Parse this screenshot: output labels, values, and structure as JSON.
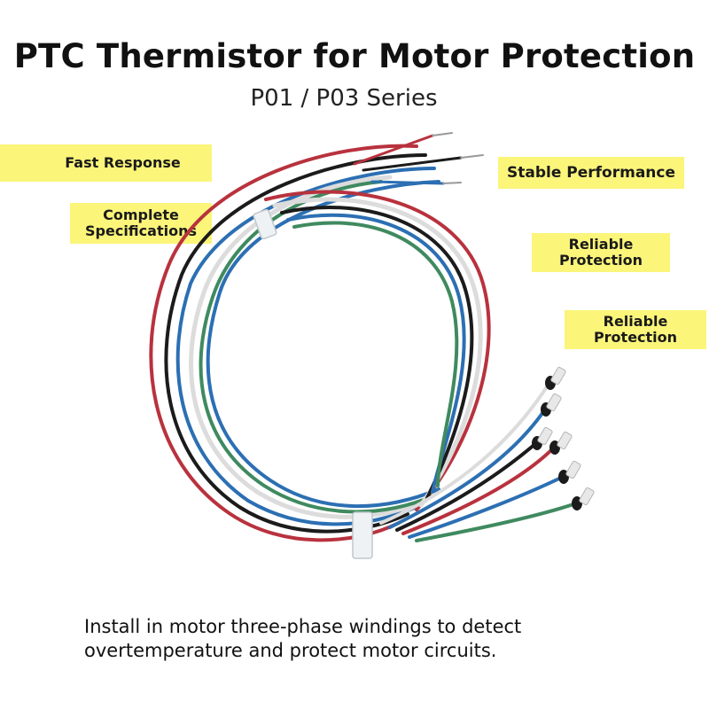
{
  "title": "PTC Thermistor for Motor Protection",
  "subtitle": "P01 / P03 Series",
  "tags": {
    "fast_response": "Fast Response",
    "complete_line1": "Complete",
    "complete_line2": "Specifications",
    "stable": "Stable Performance",
    "reliable_a_line1": "Reliable",
    "reliable_a_line2": "Protection",
    "reliable_b_line1": "Reliable",
    "reliable_b_line2": "Protection"
  },
  "caption": {
    "line1": "Install in motor three-phase windings to detect",
    "line2": "overtemperature and protect motor circuits."
  },
  "colors": {
    "tag_background": "#fbf57a",
    "wire_red": "#b8323d",
    "wire_blue": "#2c6fb3",
    "wire_green": "#3f8a5f",
    "wire_white": "#f2f2f2",
    "wire_black": "#1b1b1b"
  },
  "icons": [
    "feather-icon"
  ]
}
